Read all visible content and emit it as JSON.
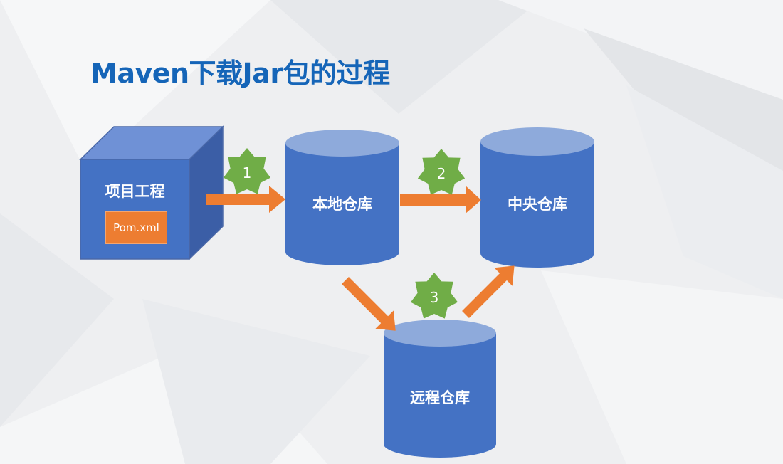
{
  "title": "Maven下载Jar包的过程",
  "nodes": {
    "project": {
      "label": "项目工程",
      "file": "Pom.xml"
    },
    "local_repo": {
      "label": "本地仓库"
    },
    "central_repo": {
      "label": "中央仓库"
    },
    "remote_repo": {
      "label": "远程仓库"
    }
  },
  "steps": [
    "1",
    "2",
    "3"
  ],
  "colors": {
    "title": "#1565b8",
    "node_blue": "#4472c4",
    "node_top": "#8eaadb",
    "arrow": "#ed7d31",
    "badge": "#70ad47",
    "pom_box": "#ed7d31"
  }
}
